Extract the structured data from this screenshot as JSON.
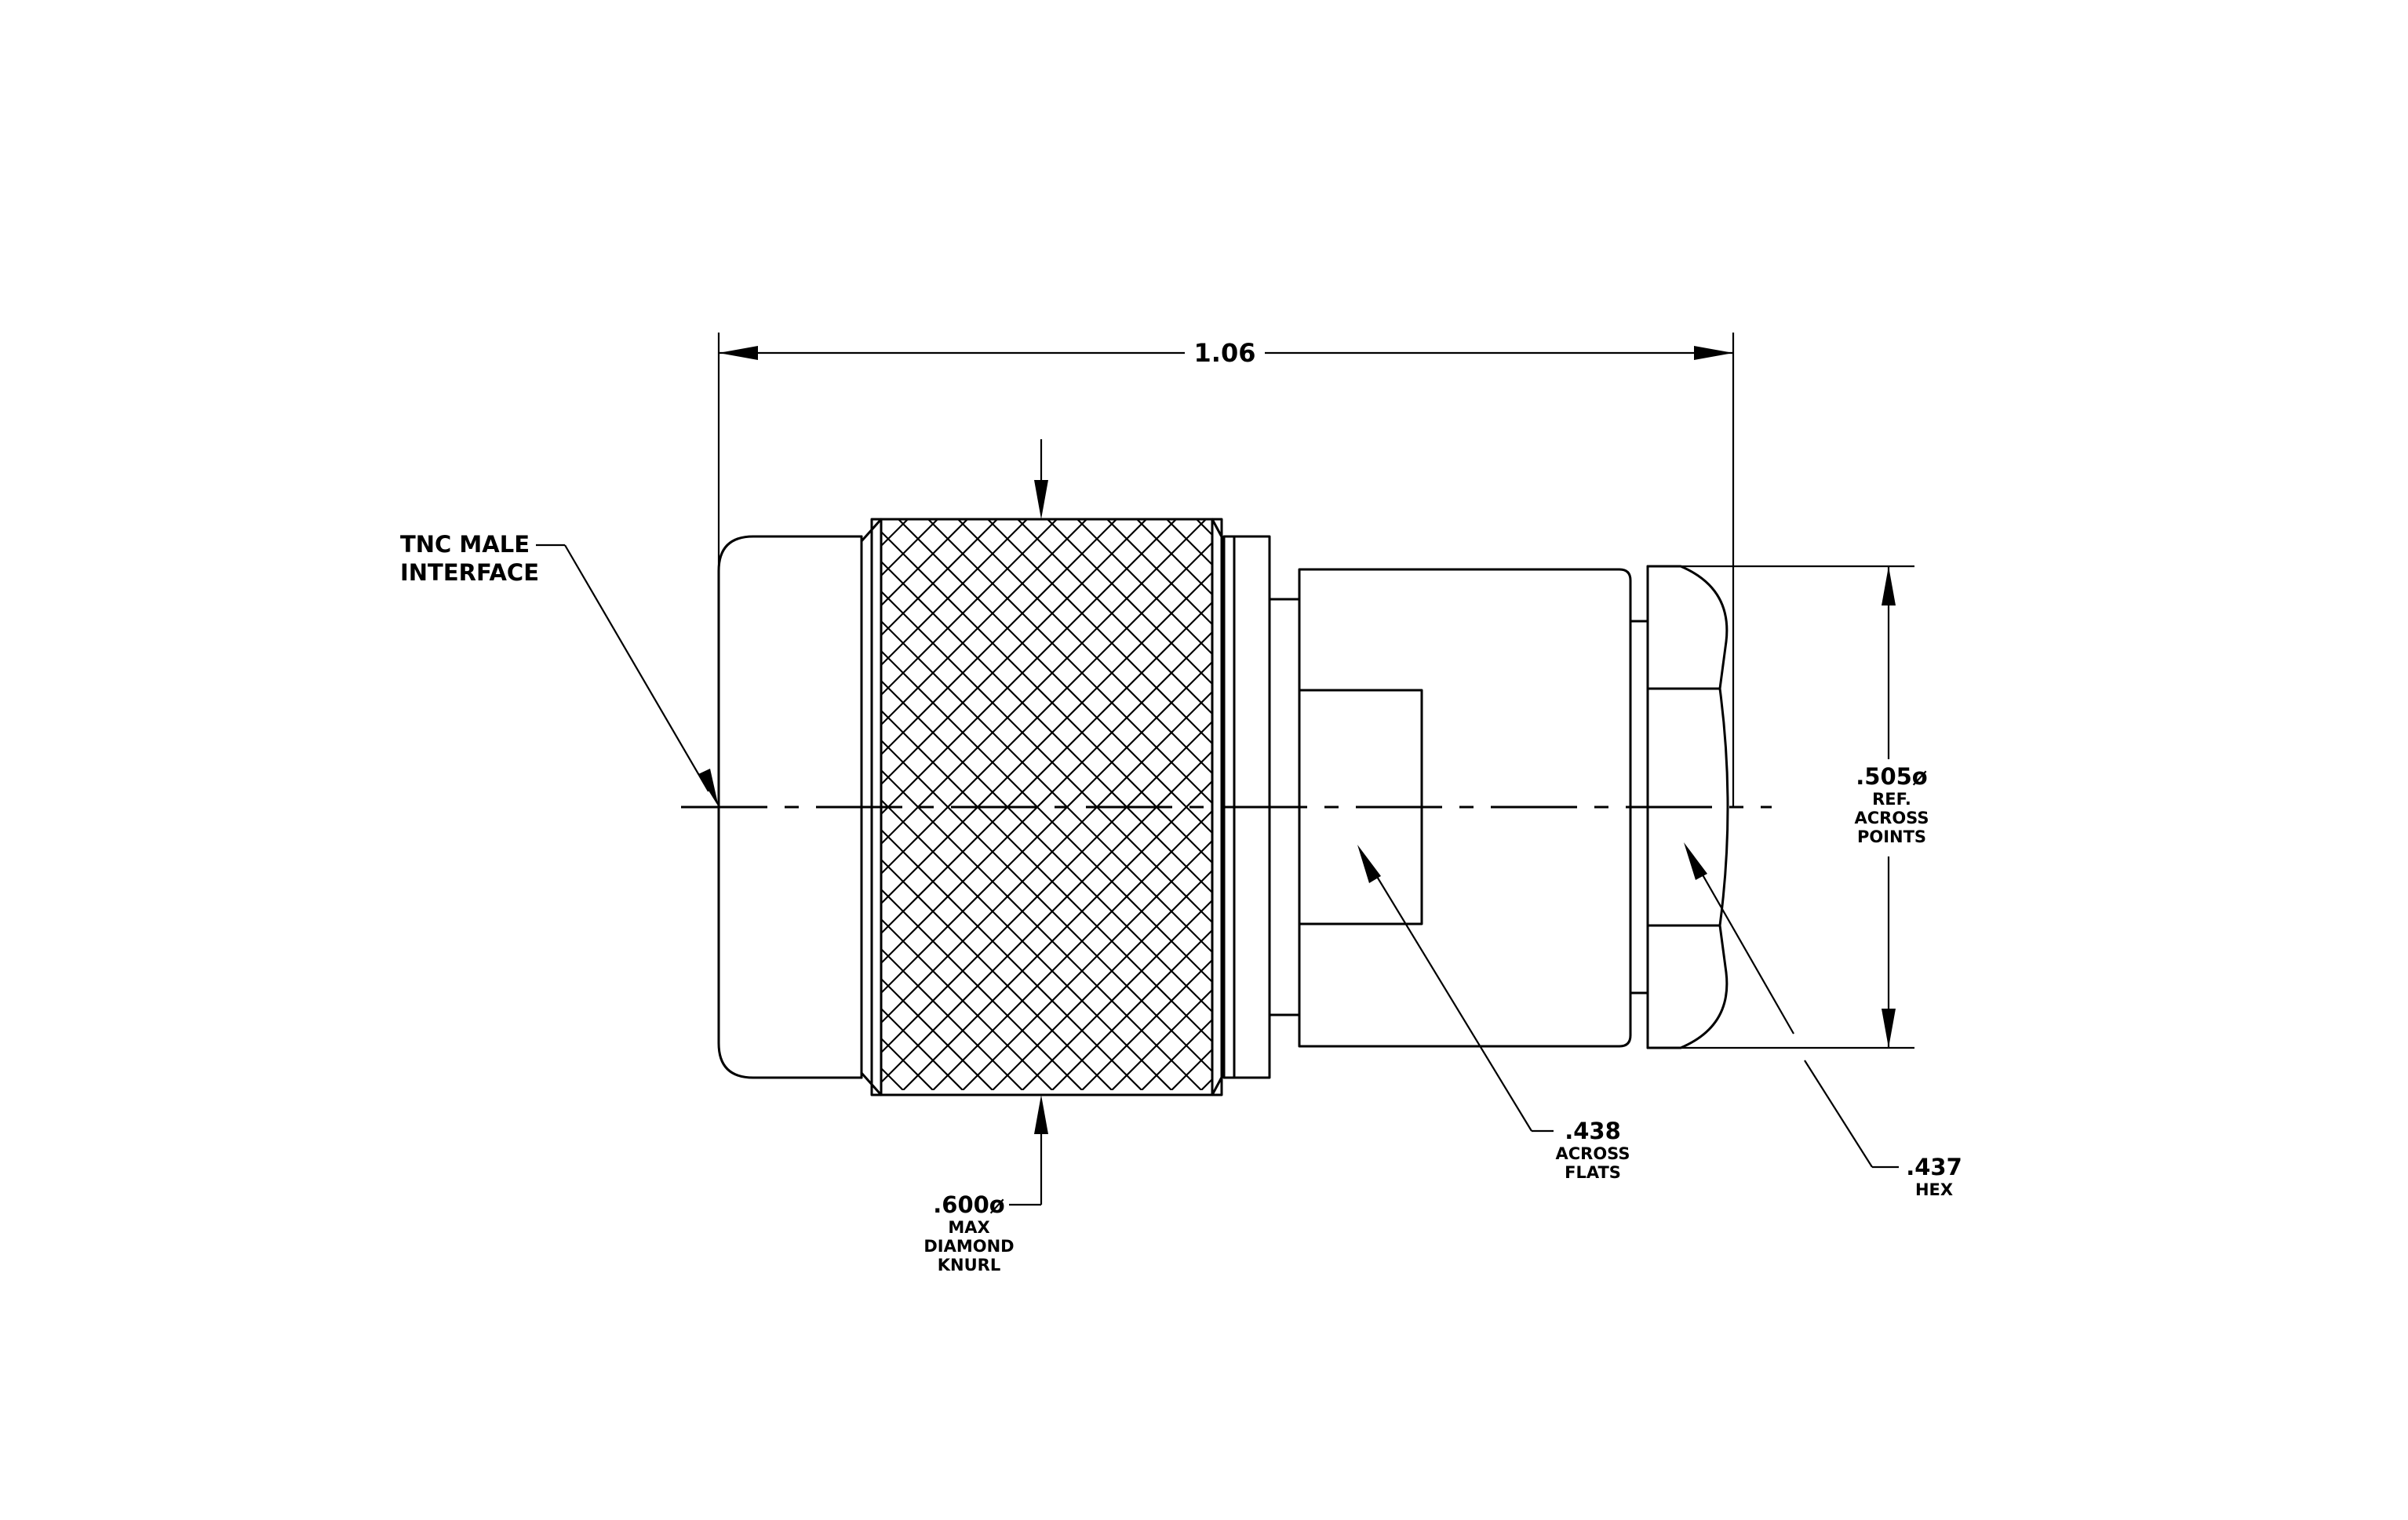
{
  "labels": {
    "overall_length": "1.06",
    "interface_line1": "TNC  MALE",
    "interface_line2": "INTERFACE",
    "knurl_dia": ".600ø",
    "knurl_line2": "MAX",
    "knurl_line3": "DIAMOND",
    "knurl_line4": "KNURL",
    "flats_dim": ".438",
    "flats_line2": "ACROSS",
    "flats_line3": "FLATS",
    "hex_dim": ".437",
    "hex_line2": "HEX",
    "points_dia": ".505ø",
    "points_line2": "REF.",
    "points_line3": "ACROSS",
    "points_line4": "POINTS"
  }
}
